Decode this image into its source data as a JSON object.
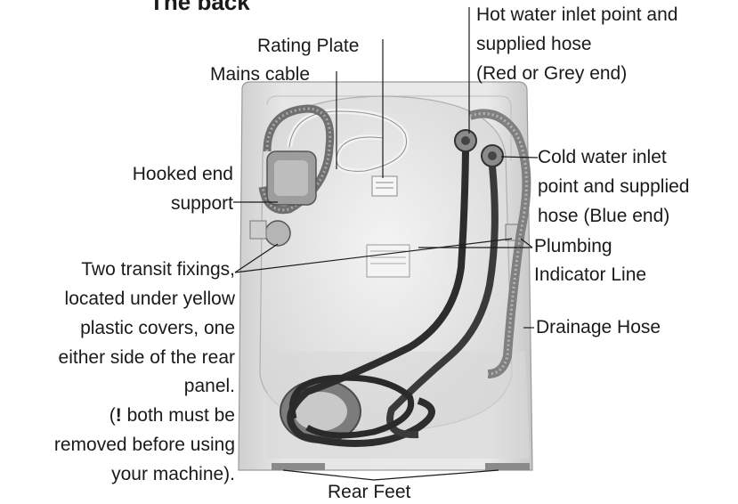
{
  "title": "The back",
  "labels": {
    "rating_plate": "Rating Plate",
    "mains_cable": "Mains cable",
    "hot_inlet": [
      "Hot water inlet point and",
      "supplied hose",
      "(Red or Grey end)"
    ],
    "cold_inlet": [
      "Cold water inlet",
      "point and supplied",
      "hose (Blue end)"
    ],
    "hooked_end": [
      "Hooked end",
      "support"
    ],
    "plumbing_line": [
      "Plumbing",
      "Indicator Line"
    ],
    "transit_fixings": [
      "Two transit fixings,",
      "located under yellow",
      "plastic covers, one",
      "either side of the rear",
      "panel."
    ],
    "warning_mark": "!",
    "warning_open": "(",
    "warning_rest": " both must be",
    "warning_lines": [
      "removed before using",
      "your machine)."
    ],
    "drainage_hose": "Drainage Hose",
    "rear_feet": "Rear Feet"
  }
}
